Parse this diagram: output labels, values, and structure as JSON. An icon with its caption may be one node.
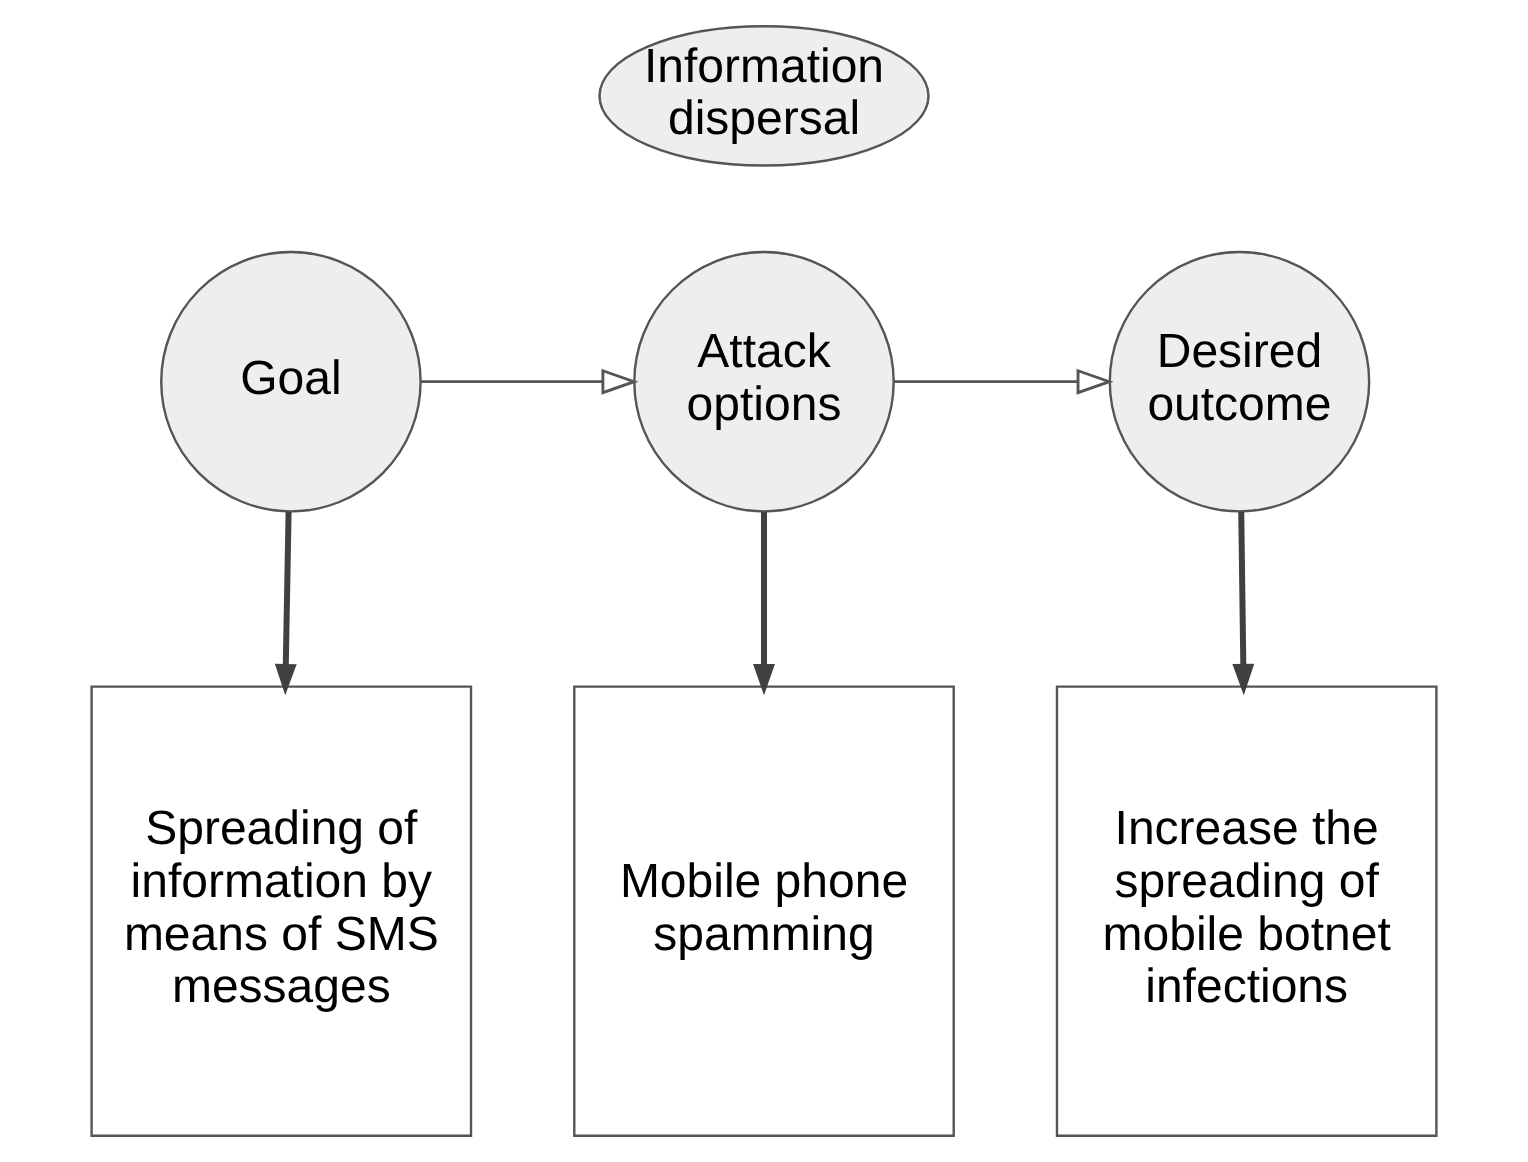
{
  "diagram": {
    "nodes": [
      {
        "text": [
          "Information dispersal"
        ]
      },
      {
        "text": [
          "Goal"
        ]
      },
      {
        "text": [
          "Attack options"
        ]
      },
      {
        "text": [
          "Desired outcome"
        ]
      },
      {
        "text": [
          "Spreading of information by means of SMS messages"
        ]
      },
      {
        "text": [
          "Mobile phone spamming"
        ]
      },
      {
        "text": [
          "Increase the spreading of mobile botnet infections"
        ]
      }
    ],
    "edges": [
      {
        "from": 1,
        "to": 2,
        "arrow": "to"
      },
      {
        "from": 2,
        "to": 3,
        "arrow": "to"
      },
      {
        "from": 1,
        "to": 4,
        "arrow": "to"
      },
      {
        "from": 2,
        "to": 5,
        "arrow": "to"
      },
      {
        "from": 3,
        "to": 6,
        "arrow": "to"
      }
    ]
  }
}
